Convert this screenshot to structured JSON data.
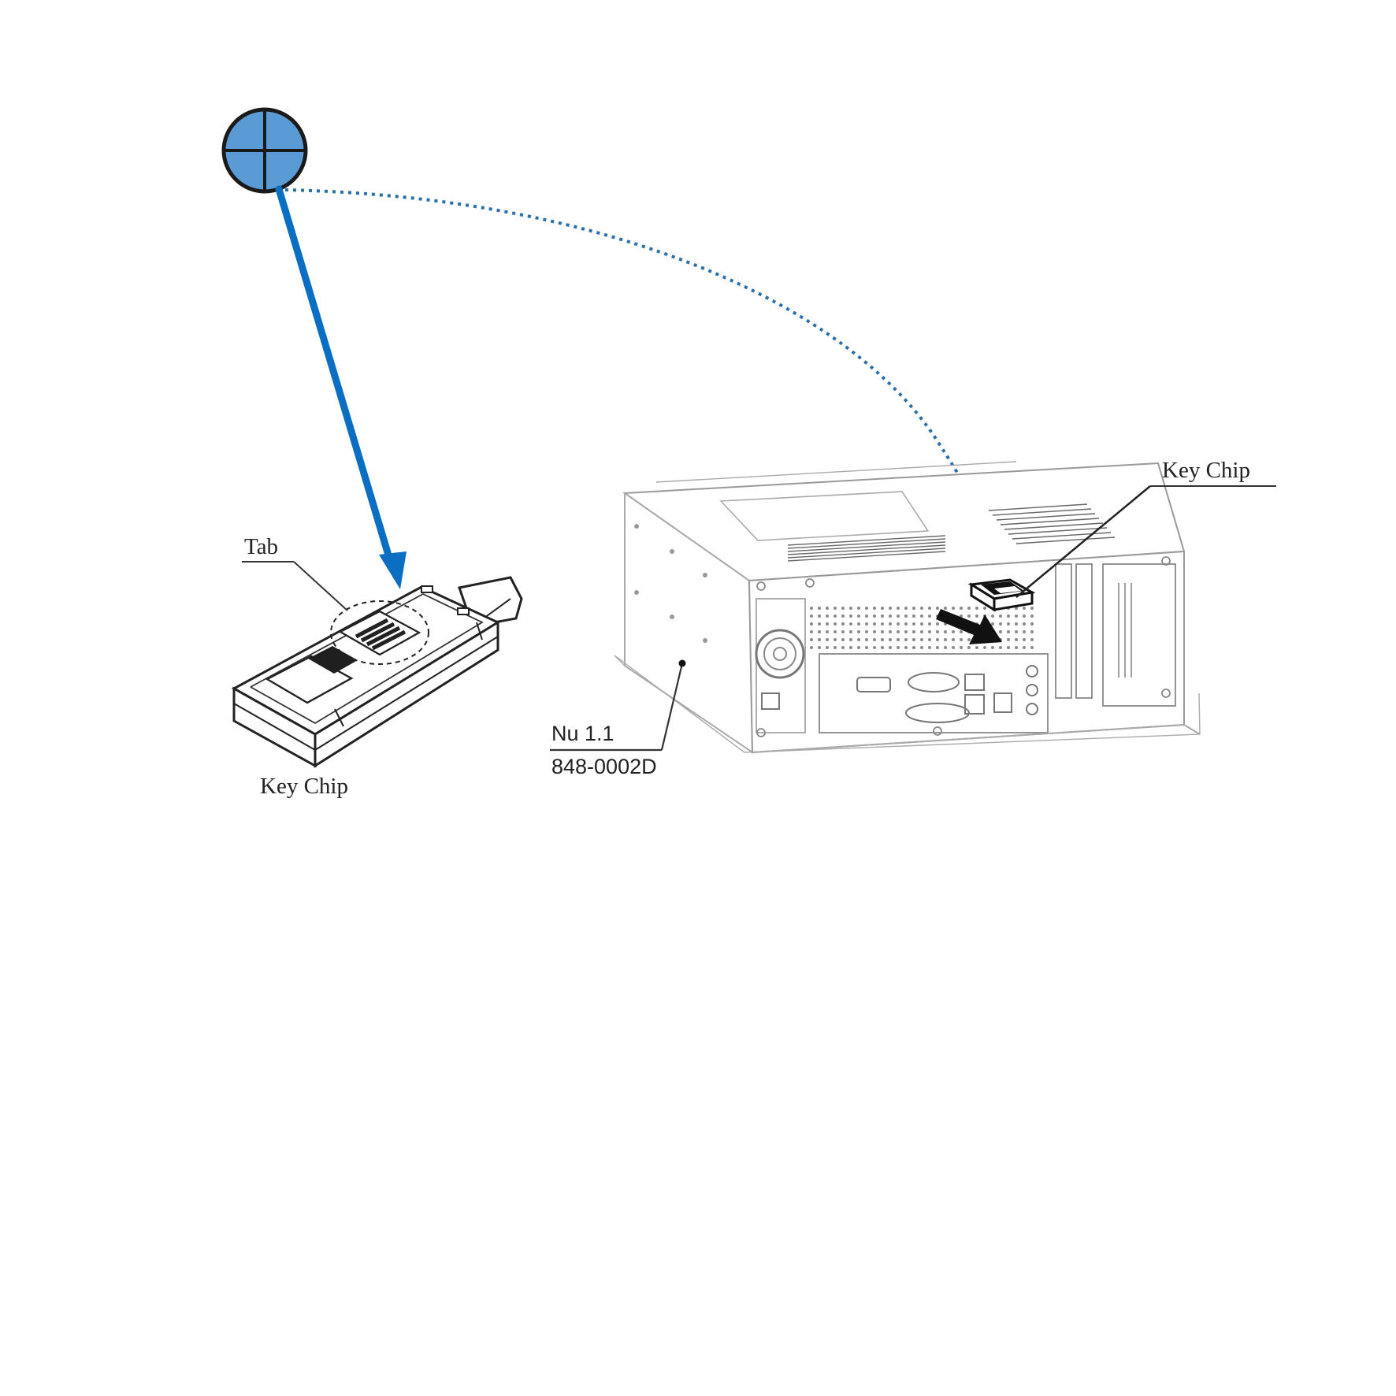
{
  "labels": {
    "tab": "Tab",
    "key_chip_left": "Key Chip",
    "key_chip_right": "Key Chip",
    "model_line1": "Nu 1.1",
    "model_line2": "848-0002D"
  },
  "colors": {
    "accent_blue": "#0a6fc2",
    "marker_fill": "#5b9bd5",
    "dotted_path": "#2a6fa8",
    "outline": "#222222",
    "device_line": "#a8a8a8"
  },
  "icons": {
    "marker": "crosshair-circle-icon",
    "arrow": "down-arrow-icon",
    "removal_arrow": "removal-arrow-icon"
  }
}
